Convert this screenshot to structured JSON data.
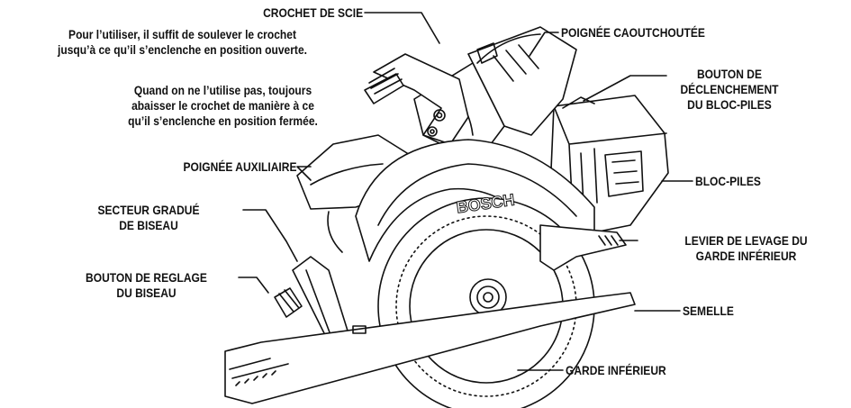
{
  "labels": {
    "crochet": {
      "title": "CROCHET DE SCIE",
      "line1": "Pour l’utiliser, il suffit de soulever le crochet",
      "line2": "jusqu’à ce qu’il s’enclenche en position ouverte.",
      "line3": "Quand on ne l’utilise pas, toujours",
      "line4": "abaisser le crochet de manière  à ce",
      "line5": "qu’il s’enclenche en position fermée."
    },
    "poignee_caoutchoutee": "POIGNÉE CAOUTCHOUTÉE",
    "bouton_declenchement": {
      "line1": "BOUTON DE",
      "line2": "DÉCLENCHEMENT",
      "line3": "DU BLOC-PILES"
    },
    "poignee_auxiliaire": "POIGNÉE AUXILIAIRE",
    "bloc_piles": "BLOC-PILES",
    "secteur_gradue": {
      "line1": "SECTEUR GRADUÉ",
      "line2": "DE BISEAU"
    },
    "levier": {
      "line1": "LEVIER DE LEVAGE DU",
      "line2": "GARDE INFÉRIEUR"
    },
    "bouton_reglage": {
      "line1": "BOUTON DE REGLAGE",
      "line2": "DU BISEAU"
    },
    "semelle": "SEMELLE",
    "garde_inferieur": "GARDE INFÉRIEUR"
  },
  "brand": "BOSCH"
}
